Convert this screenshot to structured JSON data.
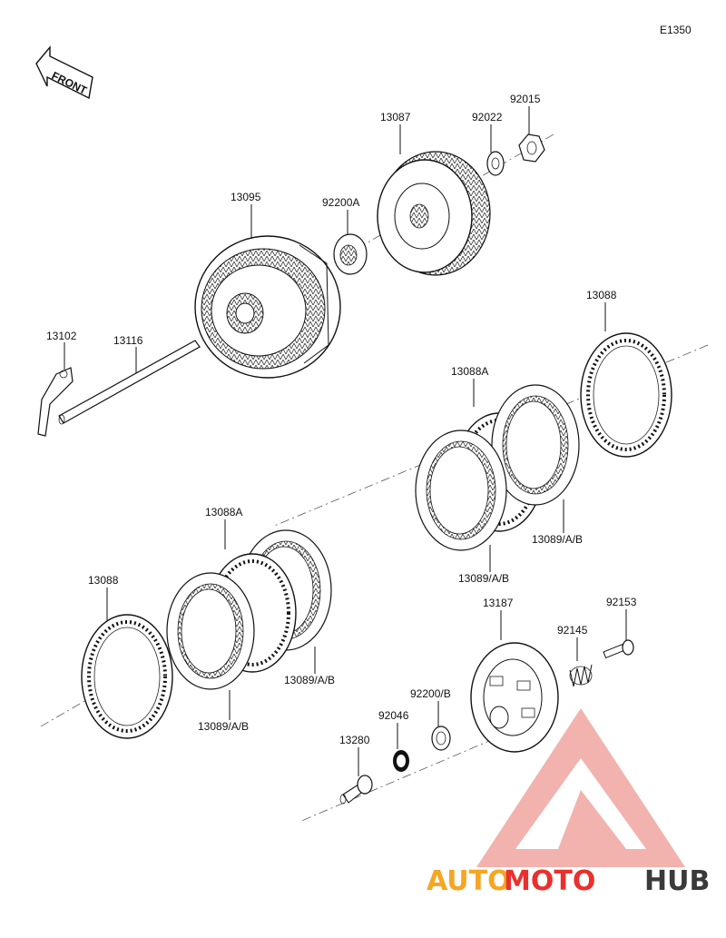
{
  "diagram_code": "E1350",
  "front_label": "FRONT",
  "parts": {
    "p13102": "13102",
    "p13116": "13116",
    "p13095": "13095",
    "p92200a": "92200A",
    "p13087": "13087",
    "p92022": "92022",
    "p92015": "92015",
    "p13088_top": "13088",
    "p13088a_top": "13088A",
    "p13089_top_a": "13089/A/B",
    "p13089_top_b": "13089/A/B",
    "p13088a_bot": "13088A",
    "p13088_bot": "13088",
    "p13089_bot_a": "13089/A/B",
    "p13089_bot_b": "13089/A/B",
    "p13187": "13187",
    "p92153": "92153",
    "p92145": "92145",
    "p92200b": "92200/B",
    "p92046": "92046",
    "p13280": "13280"
  },
  "watermark": {
    "part1": "AUTO",
    "part2": "MOTO",
    "part3": "HUB",
    "color_orange": "#f5a623",
    "color_red": "#e8312e",
    "color_gray": "#3a3a3a"
  }
}
